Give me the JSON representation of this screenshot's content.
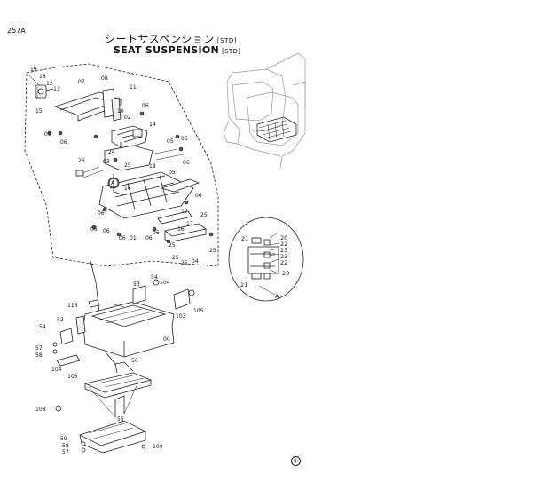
{
  "page": {
    "id": "257A",
    "title_ja": "シートサスペンション",
    "title_en": "SEAT SUSPENSION",
    "std_tag": "[STD]",
    "footer_mark": "①"
  },
  "callout": {
    "marker": "A",
    "labels": [
      "20",
      "21",
      "22",
      "23",
      "23",
      "22",
      "20",
      "21"
    ]
  },
  "detail": {
    "marker": "A",
    "labels": [
      "19",
      "18",
      "12",
      "13",
      "15",
      "07",
      "08",
      "11",
      "10",
      "02",
      "06",
      "09",
      "06",
      "14",
      "03",
      "26",
      "24",
      "25",
      "05",
      "06",
      "18",
      "06",
      "16",
      "05",
      "06",
      "25",
      "17",
      "06",
      "06",
      "06",
      "06",
      "16",
      "17",
      "06",
      "01",
      "06",
      "25",
      "25",
      "04",
      "25",
      "25"
    ]
  },
  "lower": {
    "labels": [
      "53",
      "54",
      "104",
      "116",
      "103",
      "105",
      "00",
      "52",
      "54",
      "57",
      "58",
      "104",
      "103",
      "56",
      "55",
      "108",
      "59",
      "58",
      "57",
      "109"
    ]
  }
}
